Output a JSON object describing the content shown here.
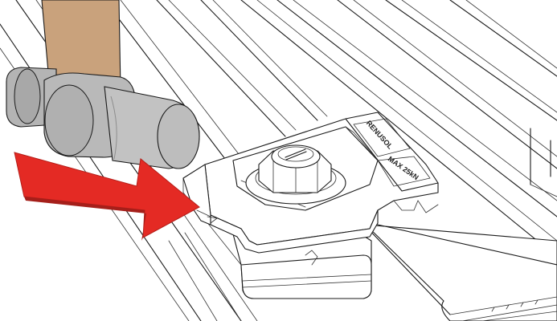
{
  "illustration": {
    "subject": "hammer-striking-rail-clamp",
    "colors": {
      "handle": "#c9a27c",
      "hammer_head": "#b4b4b4",
      "hammer_shade": "#9a9a9a",
      "arrow": "#e42a24",
      "outline": "#1a1a1a",
      "background": "#ffffff"
    },
    "icons": [
      "hammer-icon",
      "arrow-right-icon",
      "rail-clamp-icon",
      "hex-bolt-icon"
    ],
    "stamp_text": [
      "RENUSOL",
      "MAX 25kN"
    ]
  }
}
